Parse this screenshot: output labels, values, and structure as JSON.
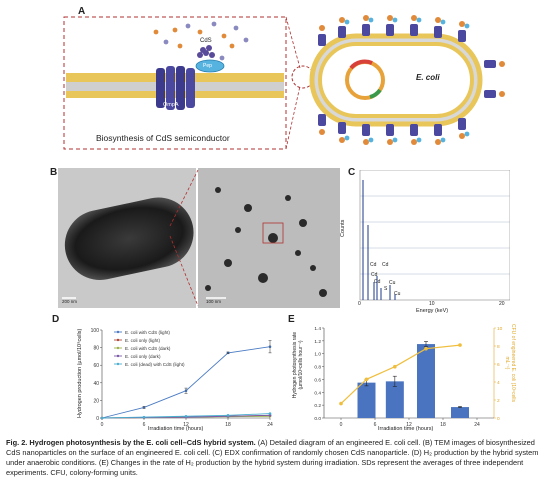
{
  "panel_a": {
    "label": "A",
    "biosynthesis_caption": "Biosynthesis of CdS semiconductor",
    "cds_label": "CdS",
    "pep_label": "Pep",
    "ompa_label": "OmpA",
    "ecoli_label": "E. coli"
  },
  "panel_b": {
    "label": "B",
    "scale_left": "200 nm",
    "scale_right": "100 nm"
  },
  "panel_c": {
    "label": "C",
    "ylabel": "Counts",
    "xlabel": "Energy (keV)",
    "xticks": [
      "0",
      "10",
      "20"
    ],
    "peak_labels": [
      "Cd",
      "Cd",
      "Cd",
      "Cd",
      "S",
      "Cu",
      "Cu"
    ]
  },
  "panel_d": {
    "label": "D",
    "chart_data": {
      "type": "line",
      "ylabel": "Hydrogen production (µmol/10⁹cells)",
      "xlabel": "Irradiation time (hours)",
      "x": [
        0,
        6,
        12,
        18,
        24
      ],
      "ylim": [
        0,
        100
      ],
      "yticks": [
        0,
        20,
        40,
        60,
        80,
        100
      ],
      "series": [
        {
          "name": "E. coli with CdS (light)",
          "color": "#4a7bc4",
          "values": [
            0,
            12,
            31,
            74,
            81
          ],
          "errors": [
            0,
            1,
            3,
            1,
            7
          ]
        },
        {
          "name": "E. coli only (light)",
          "color": "#b04a3a",
          "values": [
            0,
            0.5,
            1,
            2,
            3
          ]
        },
        {
          "name": "E. coli with CdS (dark)",
          "color": "#9bb24a",
          "values": [
            0,
            0.5,
            1,
            1.5,
            2
          ]
        },
        {
          "name": "E. coli only (dark)",
          "color": "#7a5aa8",
          "values": [
            0,
            0.5,
            1,
            2,
            3
          ]
        },
        {
          "name": "E. coli (dead) with CdS (light)",
          "color": "#4aaed0",
          "values": [
            0,
            1,
            2,
            3,
            5
          ]
        }
      ]
    }
  },
  "panel_e": {
    "label": "E",
    "chart_data": {
      "type": "bar",
      "ylabel_left": "Hydrogen photosynthesis rate (µmol/10⁹cells hour⁻¹)",
      "ylabel_right": "CFU of engineered E. coli (10⁸cells mL⁻¹)",
      "xlabel": "Irradiation time (hours)",
      "x": [
        0,
        6,
        12,
        18,
        24
      ],
      "left_ylim": [
        0,
        1.4
      ],
      "left_yticks": [
        "0.0",
        "0.2",
        "0.4",
        "0.6",
        "0.8",
        "1.0",
        "1.2",
        "1.4"
      ],
      "right_ylim": [
        0,
        10
      ],
      "right_yticks": [
        "0",
        "2",
        "4",
        "6",
        "8",
        "10"
      ],
      "bars": {
        "x": [
          4.5,
          9.5,
          15,
          21
        ],
        "values": [
          0.55,
          0.57,
          1.15,
          0.17
        ],
        "errors": [
          0.05,
          0.08,
          0.04,
          0.01
        ],
        "color": "#4a74c0"
      },
      "line": {
        "x": [
          0,
          4.5,
          9.5,
          15,
          21
        ],
        "values": [
          1.6,
          4.3,
          5.7,
          7.7,
          8.1
        ],
        "color": "#f0be3c"
      }
    }
  },
  "caption": {
    "bold": "Fig. 2. Hydrogen photosynthesis by the E. coli cell–CdS hybrid system.",
    "text": " (A) Detailed diagram of an engineered E. coli cell. (B) TEM images of biosynthesized CdS nanoparticles on the surface of an engineered E. coli cell. (C) EDX confirmation of randomly chosen CdS nanoparticle. (D) H₂ production by the hybrid system under anaerobic conditions. (E) Changes in the rate of H₂ production by the hybrid system during irradiation. SDs represent the averages of three independent experiments. CFU, colony-forming units."
  }
}
